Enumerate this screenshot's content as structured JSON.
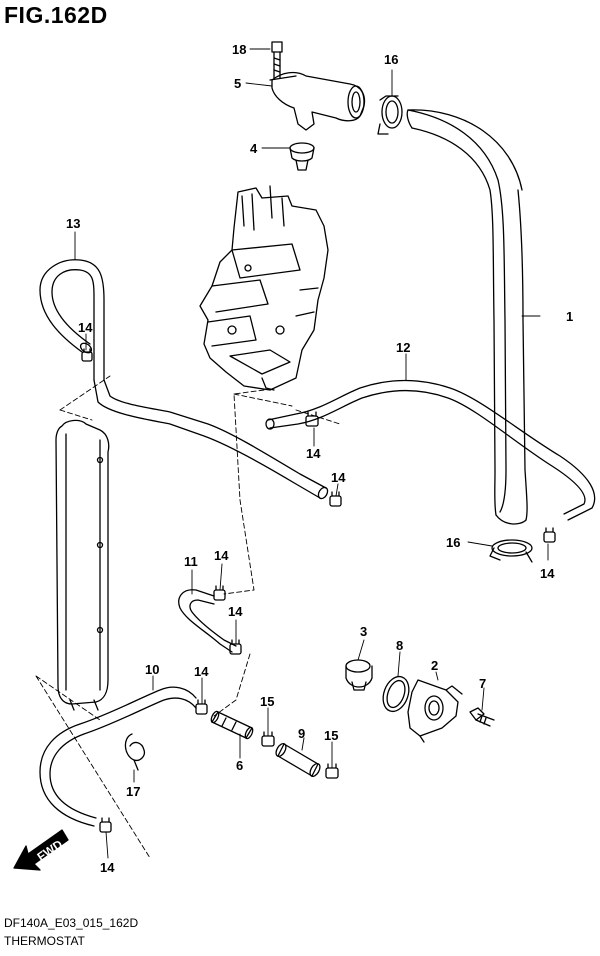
{
  "figure": {
    "title": "FIG.162D",
    "code": "DF140A_E03_015_162D",
    "name": "THERMOSTAT"
  },
  "fwd_label": "FWD",
  "callouts": {
    "c1": "1",
    "c2": "2",
    "c3": "3",
    "c4": "4",
    "c5": "5",
    "c6": "6",
    "c7": "7",
    "c8": "8",
    "c9": "9",
    "c10": "10",
    "c11": "11",
    "c12": "12",
    "c13": "13",
    "c14a": "14",
    "c14b": "14",
    "c14c": "14",
    "c14d": "14",
    "c14e": "14",
    "c14f": "14",
    "c14g": "14",
    "c14h": "14",
    "c15a": "15",
    "c15b": "15",
    "c16a": "16",
    "c16b": "16",
    "c17": "17",
    "c18": "18"
  }
}
